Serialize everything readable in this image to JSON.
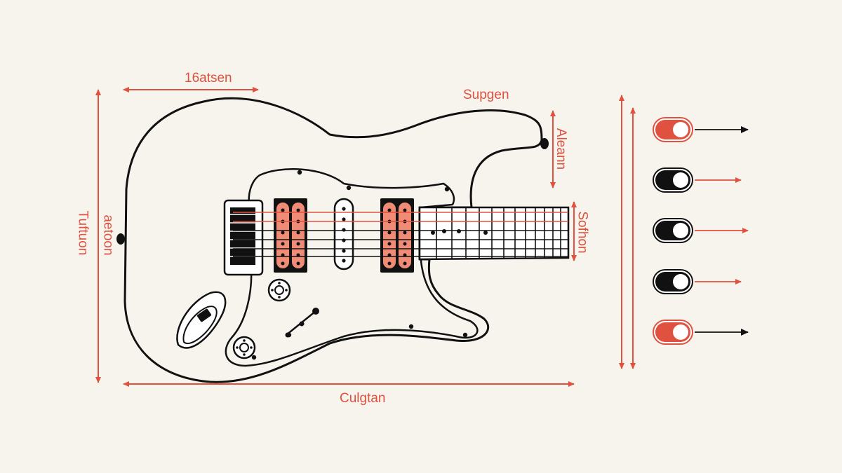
{
  "colors": {
    "accent": "#e0513f",
    "ink": "#111111",
    "pickup_fill": "#f08b76",
    "background": "#f7f4ee"
  },
  "labels": {
    "top_width": "16atsen",
    "top_right": "Supgen",
    "horn_height": "Aleann",
    "left_height": "Tuftuon",
    "left_inner": "aetoon",
    "neck_right": "Sofhon",
    "bottom_width": "Culgtan"
  },
  "toggles": [
    {
      "name": "toggle-1",
      "state": "on"
    },
    {
      "name": "toggle-2",
      "state": "off"
    },
    {
      "name": "toggle-3",
      "state": "off"
    },
    {
      "name": "toggle-4",
      "state": "off"
    },
    {
      "name": "toggle-5",
      "state": "on"
    }
  ]
}
